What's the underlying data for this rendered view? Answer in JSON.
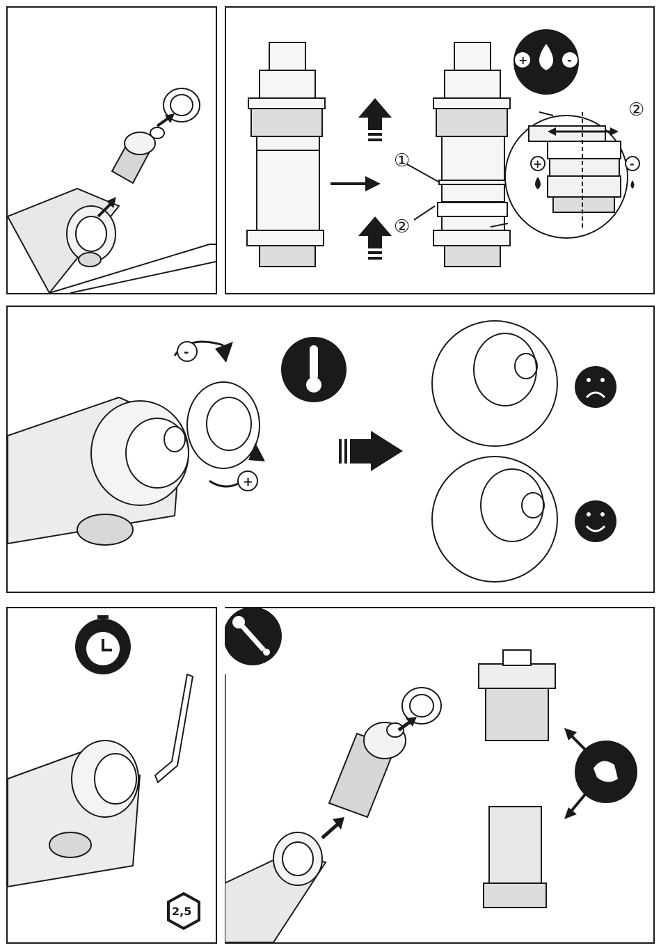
{
  "steps": {
    "step1": {
      "name": "remove-cartridge"
    },
    "step2": {
      "callouts": [
        "①",
        "②",
        "②"
      ],
      "flow_icon": {
        "plus": "+",
        "minus": "-"
      },
      "detail_icons": {
        "plus": "+",
        "minus": "-"
      }
    },
    "step3": {
      "rotation_minus": "-",
      "rotation_plus": "+"
    },
    "step4": {
      "hex_key_size": "2,5"
    }
  },
  "icons": [
    "water-flow-icon",
    "thermometer-icon",
    "sad-face-icon",
    "happy-face-icon",
    "clock-icon",
    "wrench-icon",
    "cleaning-hand-icon",
    "hex-key-icon",
    "arrow-icon"
  ],
  "colors": {
    "ink": "#1a1a1a",
    "gray": "#cfcfcf",
    "light": "#ececec",
    "paper": "#ffffff"
  }
}
